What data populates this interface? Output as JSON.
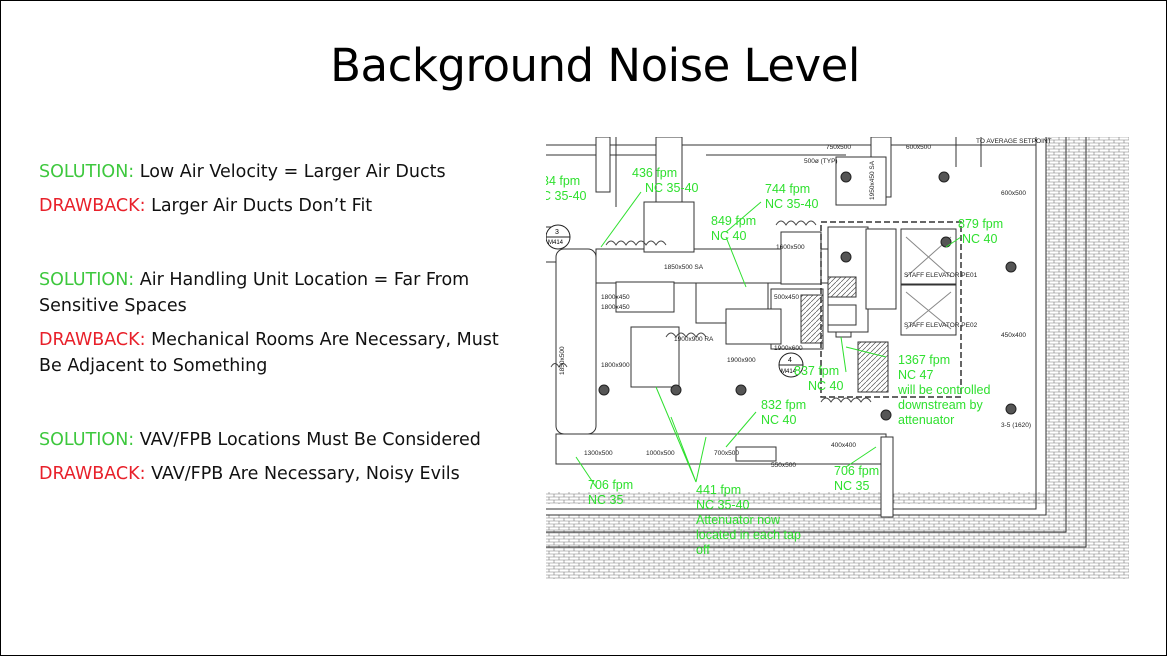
{
  "slide": {
    "title": "Background Noise Level"
  },
  "points": [
    {
      "kind": "SOLUTION:",
      "text": " Low Air Velocity = Larger Air Ducts"
    },
    {
      "kind": "DRAWBACK:",
      "text": " Larger Air Ducts Don’t Fit"
    },
    {
      "kind": "SOLUTION:",
      "text": " Air Handling Unit Location = Far From Sensitive Spaces"
    },
    {
      "kind": "DRAWBACK:",
      "text": " Mechanical Rooms Are Necessary, Must Be Adjacent to Something"
    },
    {
      "kind": "SOLUTION:",
      "text": " VAV/FPB Locations Must Be Considered"
    },
    {
      "kind": "DRAWBACK:",
      "text": " VAV/FPB Are Necessary, Noisy Evils"
    }
  ],
  "colors": {
    "solution": "#3ec83e",
    "drawback": "#e8202a",
    "annotation": "#2fe02f"
  },
  "drawing": {
    "annotations": {
      "a1": [
        "34 fpm",
        "C 35-40"
      ],
      "a2": [
        "436 fpm",
        "NC 35-40"
      ],
      "a3": [
        "744 fpm",
        "NC 35-40"
      ],
      "a4": [
        "849 fpm",
        "NC 40"
      ],
      "a5": [
        "879 fpm",
        "NC 40"
      ],
      "a6": [
        "1367 fpm",
        "NC 47",
        "will be controlled",
        "downstream by",
        "attenuator"
      ],
      "a7": [
        "837 fpm",
        "NC 40"
      ],
      "a8": [
        "832 fpm",
        "NC 40"
      ],
      "a9": [
        "706 fpm",
        "NC 35"
      ],
      "a10": [
        "706 fpm",
        "NC 35"
      ],
      "a11": [
        "441 fpm",
        "NC 35-40",
        "Attenuator now",
        "located in each tap",
        "off"
      ]
    },
    "labels": {
      "d1": "1850x500 SA",
      "d2": "1800x450",
      "d3": "1800x450",
      "d4": "1800x900",
      "d5": "1900x900 RA",
      "d6": "1900x900",
      "d7": "1900x600",
      "d8": "500x450",
      "d9": "1600x500",
      "d10": "1300x500",
      "d11": "1000x500",
      "d12": "700x500",
      "d13": "550x500",
      "d14": "400x400",
      "d15": "600x500",
      "d16": "450x400",
      "d17": "750x500",
      "d18": "600x500",
      "d19": "500ø (TYP)",
      "d20": "TO AVERAGE SETPOINT",
      "d21": "STAFF ELEVATOR PE01",
      "d22": "STAFF ELEVATOR PE02",
      "d23": "3-5 (1620)",
      "d24": "1850x500",
      "d25": "1950x450 SA",
      "tag1": "3",
      "tag1b": "M414",
      "tag2": "4",
      "tag2b": "M414"
    }
  }
}
